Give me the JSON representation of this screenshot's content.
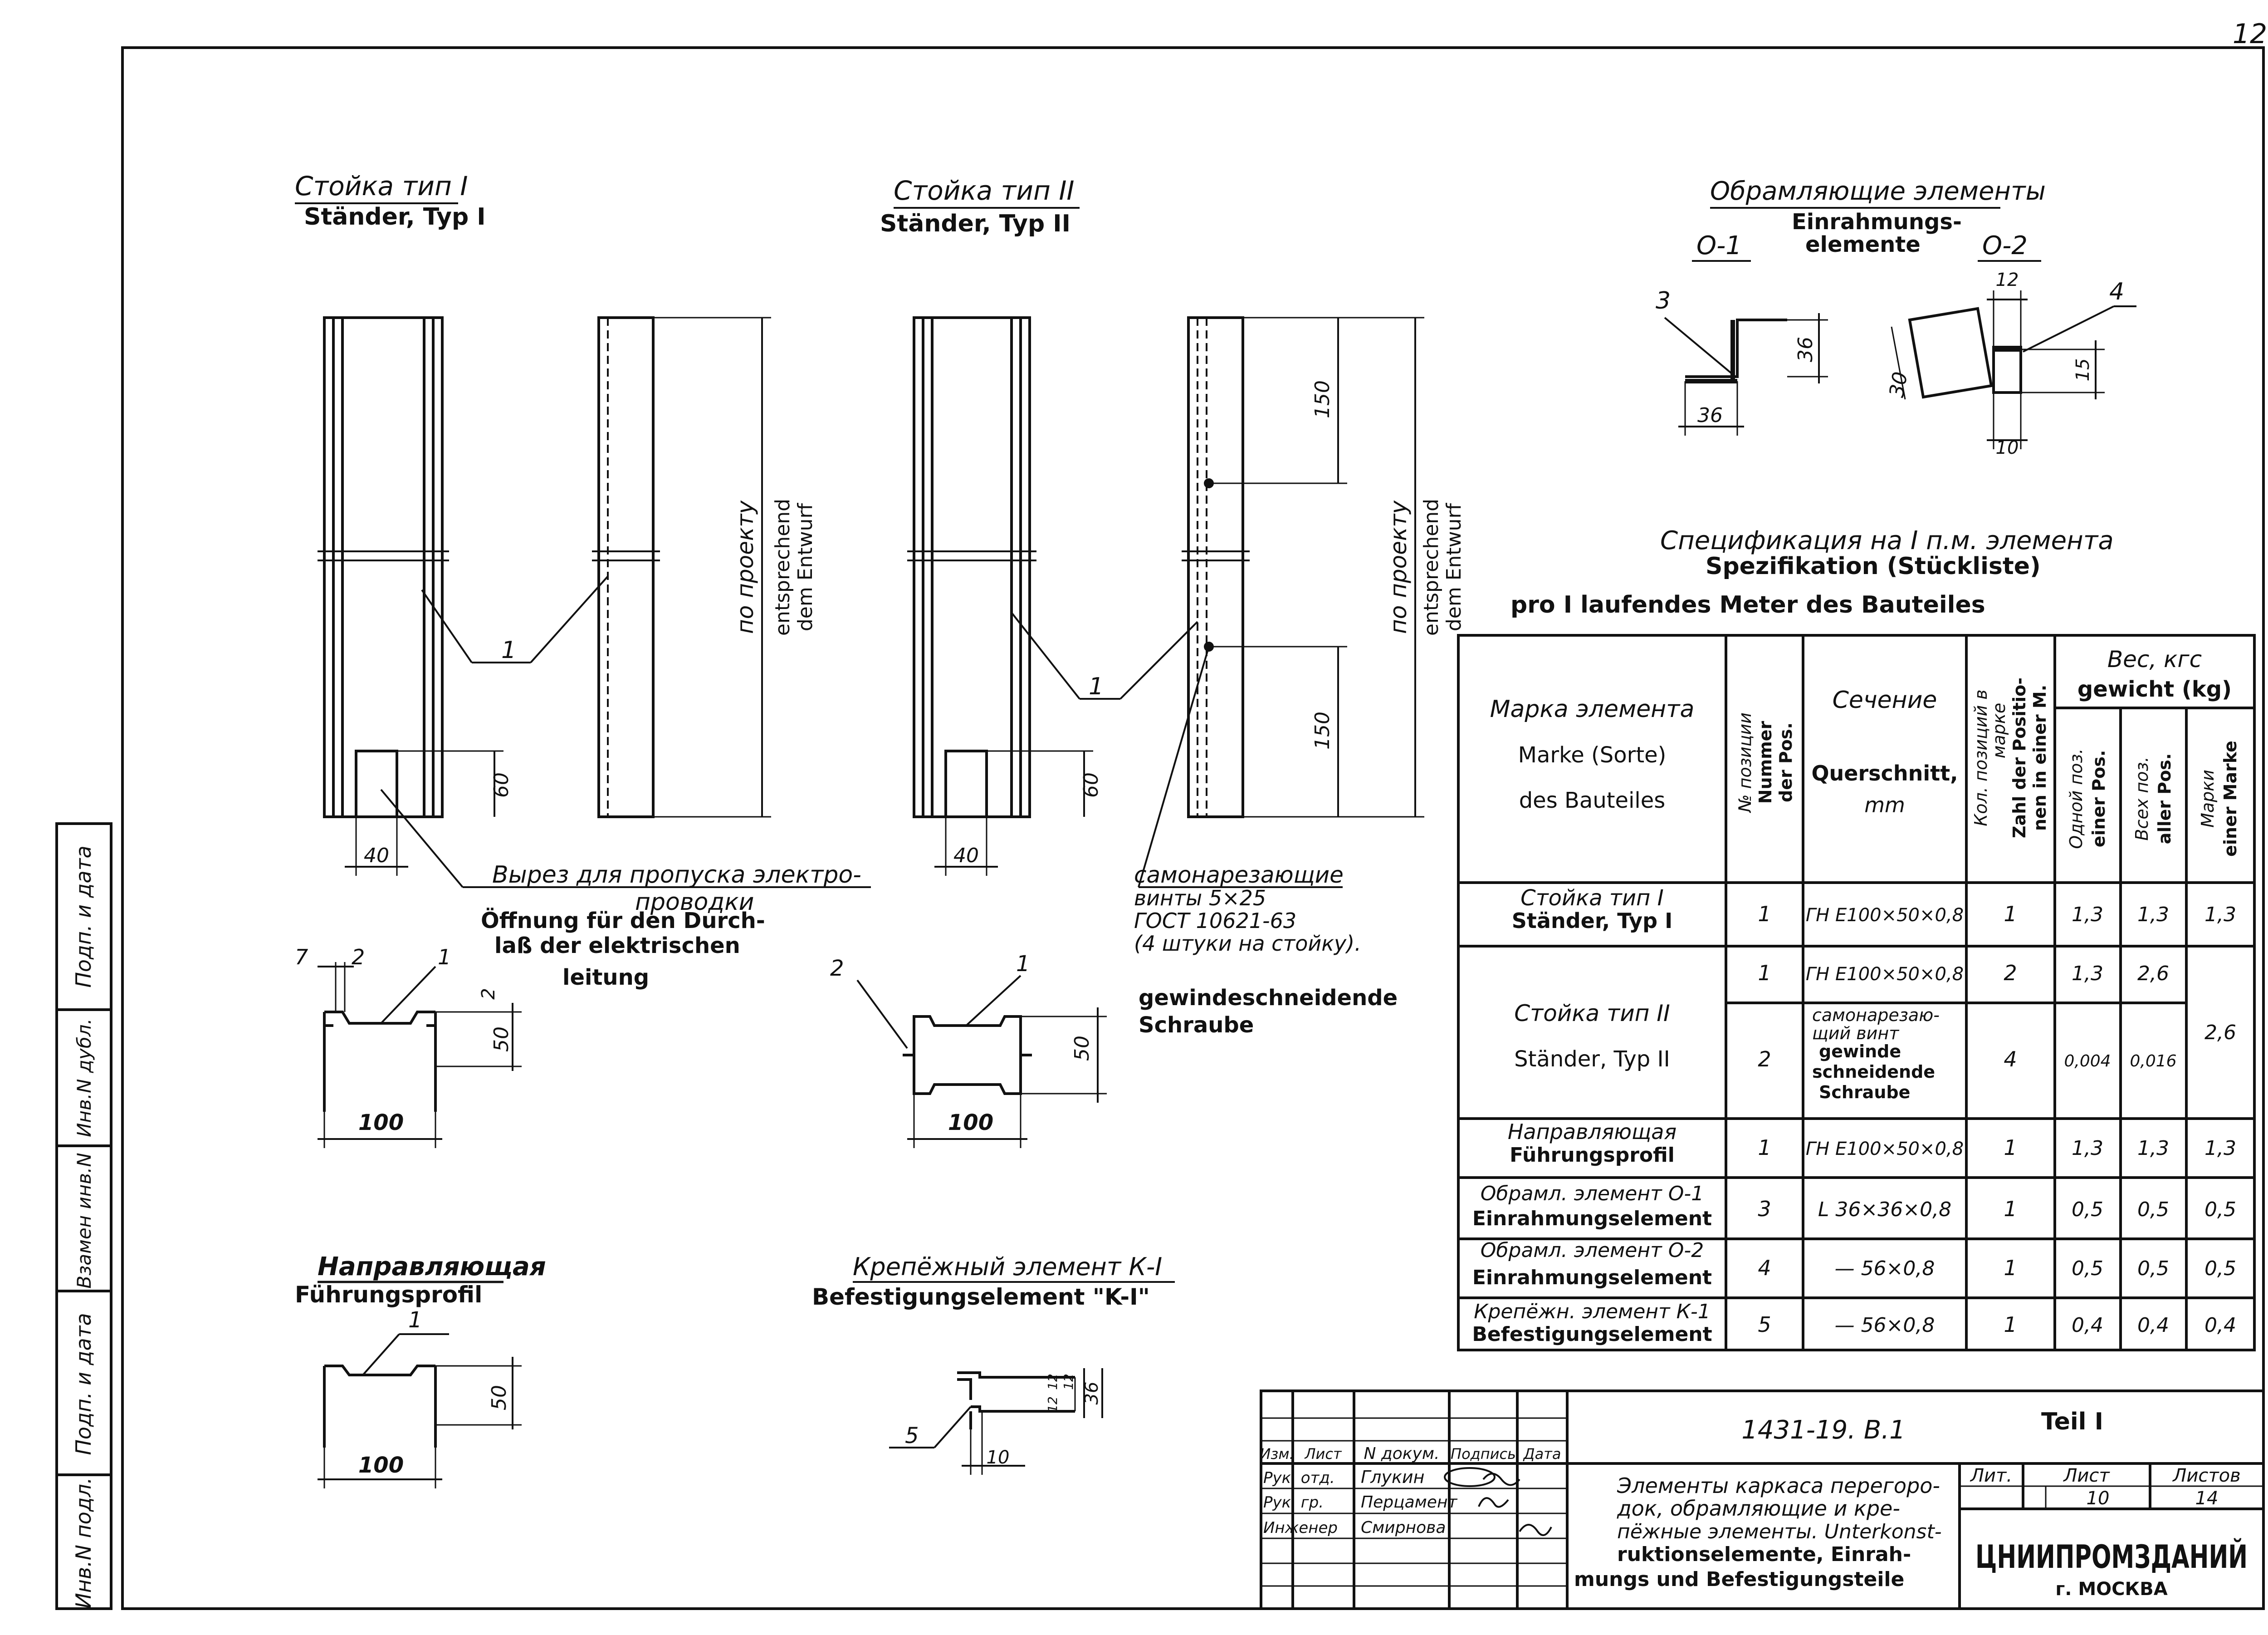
{
  "sheet": {
    "page_number": "12",
    "stamp_labels": [
      "Инв.N подл.",
      "Подп. и дата",
      "Взамен инв.N",
      "Инв.N дубл.",
      "Подп. и дата"
    ]
  },
  "stand_type_1": {
    "title_ru": "Стойка тип I",
    "title_de": "Ständer, Typ I",
    "length_ru": "по проекту",
    "length_de_1": "entsprechend",
    "length_de_2": "dem Entwurf",
    "pos": "1",
    "dim_cut_h": "60",
    "dim_cut_w": "40",
    "cutout_ru": "Вырез для пропуска электро-",
    "cutout_ru_2": "проводки",
    "cutout_de_1": "Öffnung für den Durch-",
    "cutout_de_2": "laß der elektrischen",
    "cutout_de_3": "leitung",
    "section": {
      "d1": "7",
      "d2": "2",
      "pos": "1",
      "d3": "2",
      "h": "50",
      "w": "100"
    }
  },
  "stand_type_2": {
    "title_ru": "Стойка тип II",
    "title_de": "Ständer, Typ II",
    "length_ru": "по проекту",
    "length_de_1": "entsprechend",
    "length_de_2": "dem Entwurf",
    "dim_a": "150",
    "dim_b": "150",
    "dim_cut_h": "60",
    "dim_cut_w": "40",
    "pos": "1",
    "screw_ru_1": "самонарезающие",
    "screw_ru_2": "винты 5×25",
    "screw_ru_3": "ГОСТ 10621-63",
    "screw_ru_4": "(4 штуки на стойку).",
    "screw_de_1": "gewindeschneidende",
    "screw_de_2": "Schraube",
    "section": {
      "pos_a": "2",
      "pos_b": "1",
      "h": "50",
      "w": "100"
    }
  },
  "framing": {
    "title_ru": "Обрамляющие элементы",
    "title_de_1": "Einrahmungs-",
    "title_de_2": "elemente",
    "o1": {
      "label": "О-1",
      "pos": "3",
      "h": "36",
      "w": "36"
    },
    "o2": {
      "label": "О-2",
      "pos": "4",
      "top": "12",
      "diag": "30",
      "h": "15",
      "bottom": "10"
    }
  },
  "guide": {
    "title_ru": "Направляющая",
    "title_de": "Führungsprofil",
    "pos": "1",
    "h": "50",
    "w": "100"
  },
  "fastener": {
    "title_ru": "Крепёжный элемент К-I",
    "title_de": "Befestigungselement \"K-I\"",
    "pos": "5",
    "d1": "12",
    "d2": "12",
    "d3": "12",
    "h": "36",
    "w": "10"
  },
  "spec": {
    "title_ru": "Спецификация на I п.м. элемента",
    "title_de_1": "Spezifikation (Stückliste)",
    "title_de_2": "pro I laufendes Meter des Bauteiles",
    "headers": {
      "mark_ru": "Марка элемента",
      "mark_de_1": "Marke (Sorte)",
      "mark_de_2": "des Bauteiles",
      "pos_ru": "№ позиции",
      "pos_de_1": "Nummer",
      "pos_de_2": "der Pos.",
      "sec_ru": "Сечение",
      "sec_de_1": "Querschnitt,",
      "sec_de_2": "mm",
      "qty_ru_1": "Кол. позиций в",
      "qty_ru_2": "марке",
      "qty_de_1": "Zahl der Positio-",
      "qty_de_2": "nen in einer M.",
      "w_ru": "Вес, кгс",
      "w_de": "gewicht (kg)",
      "w1_ru": "Одной поз.",
      "w1_de": "einer Pos.",
      "w2_ru": "Всех поз.",
      "w2_de": "aller Pos.",
      "w3_ru": "Марки",
      "w3_de": "einer Marke"
    },
    "rows": [
      {
        "mark_ru": "Стойка тип I",
        "mark_de": "Ständer, Typ I",
        "pos": "1",
        "section": "ГН Е100×50×0,8",
        "qty": "1",
        "w1": "1,3",
        "w2": "1,3",
        "w3": "1,3"
      },
      {
        "mark_ru": "Стойка тип II",
        "mark_de": "Ständer, Typ II",
        "pos": "1",
        "section": "ГН Е100×50×0,8",
        "qty": "2",
        "w1": "1,3",
        "w2": "2,6",
        "w3": "2,6"
      },
      {
        "mark_ru": "",
        "mark_de": "",
        "pos": "2",
        "section_1": "самонарезаю-",
        "section_2": "щий винт",
        "section_3": "gewinde",
        "section_4": "schneidende",
        "section_5": "Schraube",
        "qty": "4",
        "w1": "0,004",
        "w2": "0,016",
        "w3": ""
      },
      {
        "mark_ru": "Направляющая",
        "mark_de": "Führungsprofil",
        "pos": "1",
        "section": "ГН Е100×50×0,8",
        "qty": "1",
        "w1": "1,3",
        "w2": "1,3",
        "w3": "1,3"
      },
      {
        "mark_ru": "Обрамл. элемент О-1",
        "mark_de": "Einrahmungselement",
        "pos": "3",
        "section": "L 36×36×0,8",
        "qty": "1",
        "w1": "0,5",
        "w2": "0,5",
        "w3": "0,5"
      },
      {
        "mark_ru": "Обрамл. элемент О-2",
        "mark_de": "Einrahmungselement",
        "pos": "4",
        "section": "— 56×0,8",
        "qty": "1",
        "w1": "0,5",
        "w2": "0,5",
        "w3": "0,5"
      },
      {
        "mark_ru": "Крепёжн. элемент К-1",
        "mark_de": "Befestigungselement",
        "pos": "5",
        "section": "— 56×0,8",
        "qty": "1",
        "w1": "0,4",
        "w2": "0,4",
        "w3": "0,4"
      }
    ]
  },
  "title_block": {
    "doc_code": "1431-19. В.1",
    "part": "Teil I",
    "col_headers": [
      "Изм.",
      "Лист",
      "N докум.",
      "Подпись",
      "Дата"
    ],
    "people": [
      {
        "role": "Рук. отд.",
        "name": "Глукин"
      },
      {
        "role": "Рук. гр.",
        "name": "Перцамент"
      },
      {
        "role": "Инженер",
        "name": "Смирнова"
      }
    ],
    "desc_1": "Элементы каркаса перегоро-",
    "desc_2": "док, обрамляющие и кре-",
    "desc_3": "пёжные элементы. Unterkonst-",
    "desc_4": "ruktionselemente, Einrah-",
    "desc_5": "mungs und Befestigungsteile",
    "lit_label": "Лит.",
    "sheet_label": "Лист",
    "sheets_label": "Листов",
    "sheet_no": "10",
    "sheets_total": "14",
    "org": "ЦНИИПРОМЗДАНИЙ",
    "city": "г. МОСКВА"
  }
}
